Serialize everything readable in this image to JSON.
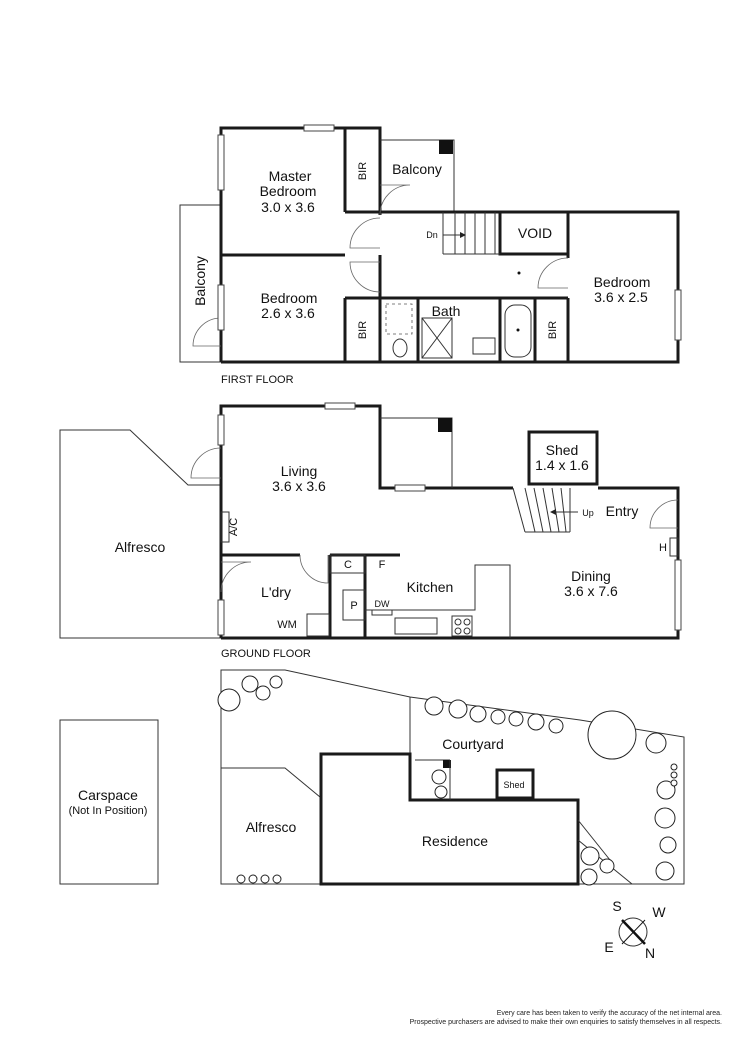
{
  "first_floor": {
    "caption": "FIRST FLOOR",
    "master_bedroom": {
      "name": "Master",
      "name2": "Bedroom",
      "size": "3.0 x 3.6"
    },
    "bedroom2": {
      "name": "Bedroom",
      "size": "2.6 x 3.6"
    },
    "bedroom3": {
      "name": "Bedroom",
      "size": "3.6 x 2.5"
    },
    "balcony_front": "Balcony",
    "balcony_side": "Balcony",
    "bir_labels": [
      "BIR",
      "BIR",
      "BIR"
    ],
    "bath": "Bath",
    "void": "VOID",
    "stair": "Dn"
  },
  "ground_floor": {
    "caption": "GROUND FLOOR",
    "living": {
      "name": "Living",
      "size": "3.6 x 3.6"
    },
    "dining": {
      "name": "Dining",
      "size": "3.6 x 7.6"
    },
    "shed": {
      "name": "Shed",
      "size": "1.4 x 1.6"
    },
    "entry": "Entry",
    "stair": "Up",
    "kitchen": "Kitchen",
    "laundry": "L'dry",
    "alfresco": "Alfresco",
    "ac": "A/C",
    "wm": "WM",
    "dw": "DW",
    "c": "C",
    "f": "F",
    "p": "P",
    "h": "H"
  },
  "site_plan": {
    "courtyard": "Courtyard",
    "residence": "Residence",
    "alfresco": "Alfresco",
    "shed": "Shed",
    "carspace_line1": "Carspace",
    "carspace_line2": "(Not In Position)"
  },
  "compass": {
    "s": "S",
    "w": "W",
    "e": "E",
    "n": "N"
  },
  "disclaimer": {
    "line1": "Every care has been taken to verify the accuracy of the net internal area.",
    "line2": "Prospective purchasers are advised to make their own enquiries to satisfy themselves in all respects."
  }
}
